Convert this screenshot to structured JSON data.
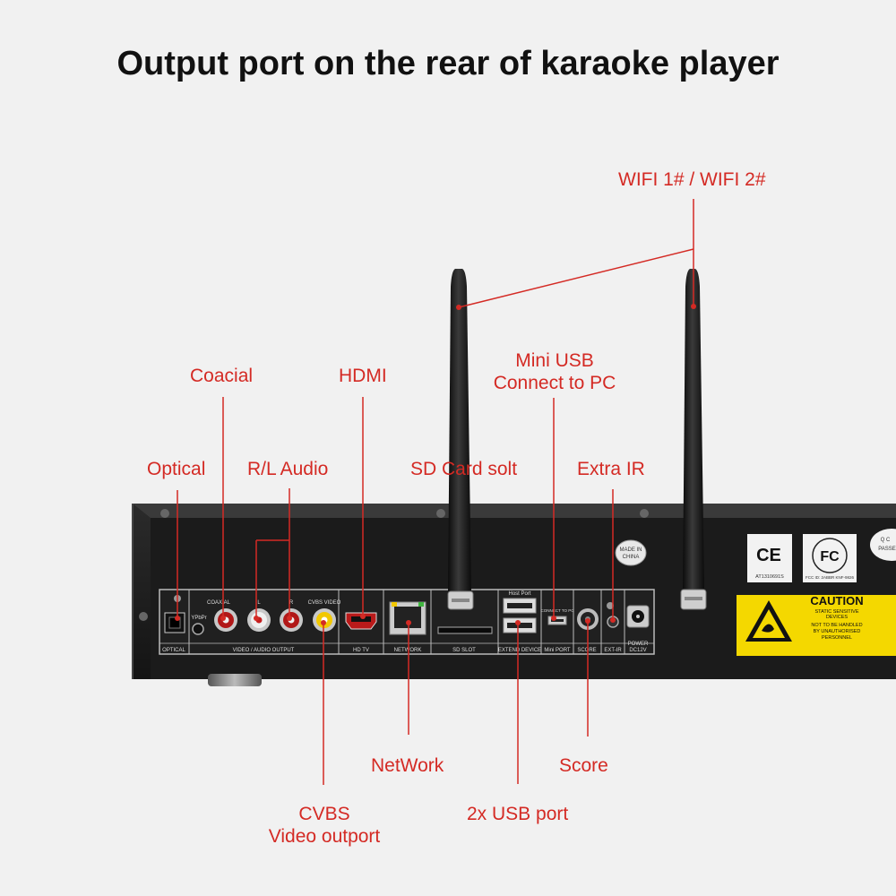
{
  "title": "Output port on the rear of karaoke player",
  "colors": {
    "callout": "#d42a24",
    "background": "#f1f1f1",
    "device": "#1e1e1e",
    "caution_label": "#f4d800"
  },
  "callouts": {
    "wifi": "WIFI 1# / WIFI 2#",
    "coacial": "Coacial",
    "hdmi": "HDMI",
    "mini_usb_line1": "Mini USB",
    "mini_usb_line2": "Connect to PC",
    "optical": "Optical",
    "rl_audio": "R/L Audio",
    "sd_card": "SD Card solt",
    "extra_ir": "Extra IR",
    "network": "NetWork",
    "score": "Score",
    "cvbs_line1": "CVBS",
    "cvbs_line2": "Video outport",
    "usb": "2x USB port"
  },
  "panel_labels": {
    "optical": "OPTICAL",
    "ypbpr": "YPbPr",
    "coaxial": "COAXIAL",
    "l": "L",
    "r": "R",
    "cvbs_video": "CVBS VIDEO",
    "video_audio_output": "VIDEO / AUDIO OUTPUT",
    "hd_tv": "HD TV",
    "network": "NETWORK",
    "sd_slot": "SD SLOT",
    "host_port": "Host Port",
    "extend_device": "EXTEND DEVICE",
    "connect_to_pc": "CONNECT TO PC",
    "mini_port": "Mini PORT",
    "score": "SCORE",
    "ext_ir": "EXT-IR",
    "power": "POWER",
    "dc12v": "DC12V"
  },
  "stickers": {
    "made_in_china_1": "MADE IN",
    "made_in_china_2": "CHINA",
    "ce": "CE",
    "ce_code": "AT1310691S",
    "fc": "FC",
    "fcc_id": "FCC ID: 2ABBR KNF-9826",
    "qc_1": "Q C",
    "qc_2": "PASSE",
    "caution_title": "CAUTION",
    "caution_1": "STATIC SENSITIVE",
    "caution_2": "DEVICES",
    "caution_3": "NOT TO BE HANDLED",
    "caution_4": "BY UNAUTHORISED",
    "caution_5": "PERSONNEL"
  }
}
